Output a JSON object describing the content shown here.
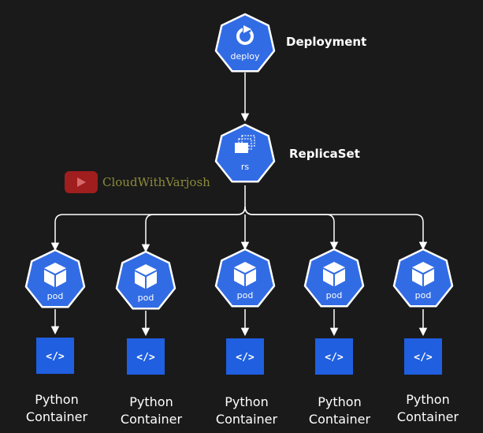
{
  "nodes": {
    "deployment": {
      "icon_text": "deploy",
      "label": "Deployment"
    },
    "replicaset": {
      "icon_text": "rs",
      "label": "ReplicaSet"
    },
    "pods": [
      {
        "icon_text": "pod"
      },
      {
        "icon_text": "pod"
      },
      {
        "icon_text": "pod"
      },
      {
        "icon_text": "pod"
      },
      {
        "icon_text": "pod"
      }
    ],
    "containers": [
      {
        "icon_text": "</>",
        "label_line1": "Python",
        "label_line2": "Container"
      },
      {
        "icon_text": "</>",
        "label_line1": "Python",
        "label_line2": "Container"
      },
      {
        "icon_text": "</>",
        "label_line1": "Python",
        "label_line2": "Container"
      },
      {
        "icon_text": "</>",
        "label_line1": "Python",
        "label_line2": "Container"
      },
      {
        "icon_text": "</>",
        "label_line1": "Python",
        "label_line2": "Container"
      }
    ]
  },
  "watermark": {
    "text": "CloudWithVarjosh",
    "icon": "youtube-play-icon"
  },
  "colors": {
    "background": "#1a1a1a",
    "k8s_blue": "#326ce5",
    "container_blue": "#1f5fe0",
    "edge": "#ffffff",
    "watermark_red": "#a01e1e",
    "watermark_text": "#8c8a3a"
  }
}
